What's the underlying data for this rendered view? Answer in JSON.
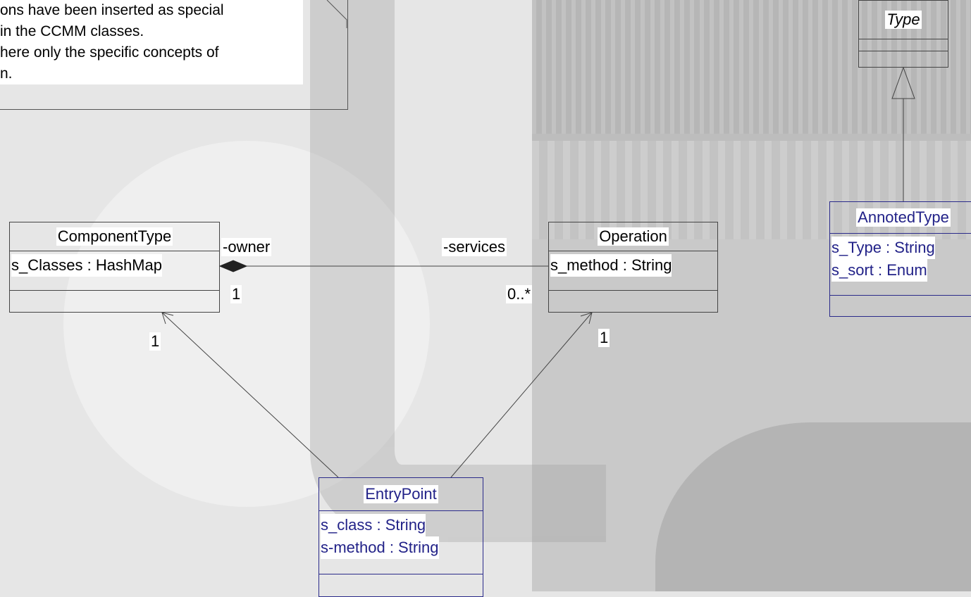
{
  "note": {
    "lines": [
      "ons have been inserted as special",
      " in the CCMM classes.",
      "here only the specific concepts of",
      "n."
    ]
  },
  "classes": {
    "type": {
      "name": "Type",
      "attributes": []
    },
    "component_type": {
      "name": "ComponentType",
      "attributes": [
        "s_Classes : HashMap"
      ]
    },
    "operation": {
      "name": "Operation",
      "attributes": [
        "s_method : String"
      ]
    },
    "annoted_type": {
      "name": "AnnotedType",
      "attributes": [
        "s_Type : String",
        "s_sort : Enum"
      ]
    },
    "entry_point": {
      "name": "EntryPoint",
      "attributes": [
        "s_class : String",
        "s-method : String"
      ]
    }
  },
  "associations": {
    "owner_role": "-owner",
    "services_role": "-services",
    "owner_mult": "1",
    "services_mult": "0..*",
    "entry_to_component_mult": "1",
    "entry_to_operation_mult": "1"
  },
  "colors": {
    "highlight_class": "#222288",
    "line": "#444444"
  }
}
